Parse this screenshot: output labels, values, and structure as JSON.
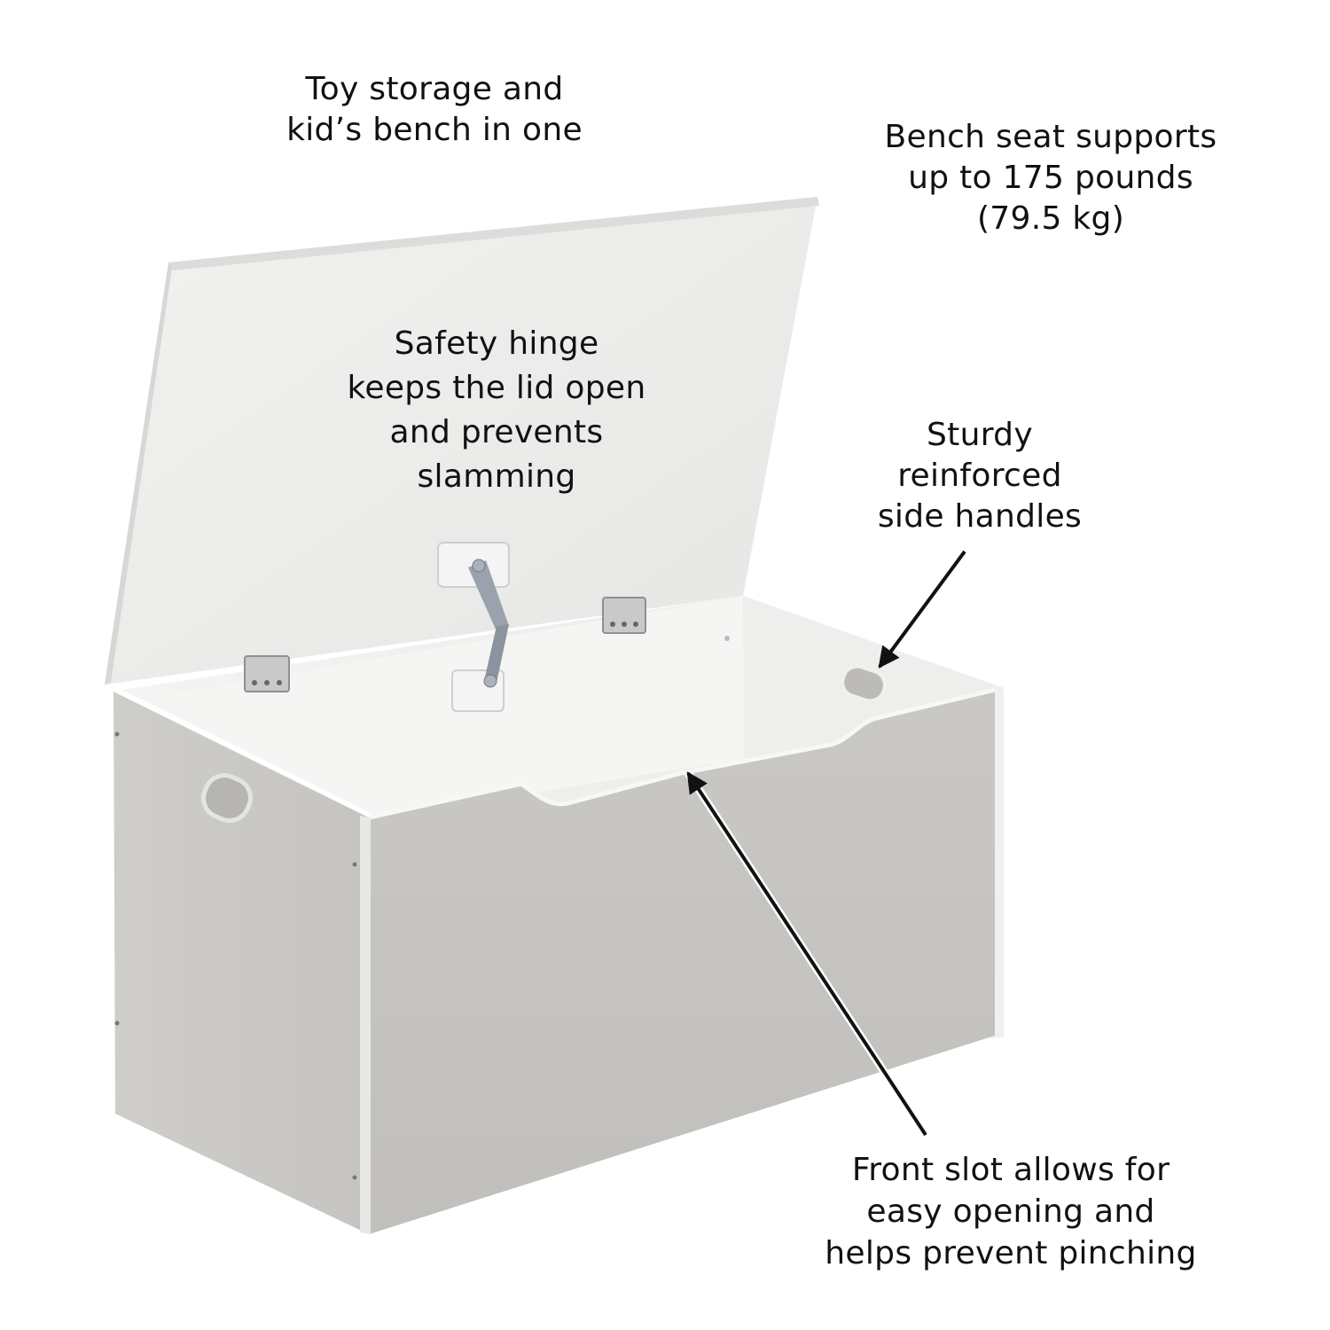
{
  "colors": {
    "box_side": "#c9c7c4",
    "box_front": "#c4c2bf",
    "box_inside": "#f2f2f0",
    "lid": "#ededeb",
    "arrow": "#111111",
    "text": "#111111"
  },
  "callouts": {
    "storage": {
      "lines": [
        "Toy storage and",
        "kid’s bench in one"
      ]
    },
    "bench": {
      "lines": [
        "Bench seat supports",
        "up to 175 pounds",
        "(79.5 kg)"
      ]
    },
    "hinge": {
      "lines": [
        "Safety hinge",
        "keeps the lid open",
        "and prevents",
        "slamming"
      ]
    },
    "handles": {
      "lines": [
        "Sturdy",
        "reinforced",
        "side handles"
      ]
    },
    "slot": {
      "lines": [
        "Front slot allows for",
        "easy opening and",
        "helps prevent pinching"
      ]
    }
  }
}
